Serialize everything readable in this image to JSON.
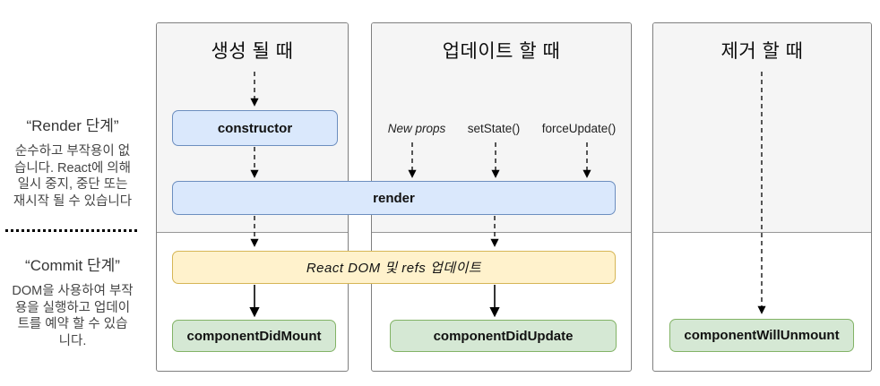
{
  "sidebar": {
    "render_phase": {
      "title": "“Render 단계”",
      "description_lines": [
        "순수하고 부작용이 없",
        "습니다. React에 의해",
        "일시 중지, 중단 또는",
        "재시작 될 수 있습니다"
      ]
    },
    "commit_phase": {
      "title": "“Commit 단계”",
      "description_lines": [
        "DOM을 사용하여 부작",
        "용을 실행하고 업데이",
        "트를 예약 할 수 있습",
        "니다."
      ]
    }
  },
  "columns": [
    {
      "id": "mount",
      "title": "생성 될 때"
    },
    {
      "id": "update",
      "title": "업데이트 할 때"
    },
    {
      "id": "unmount",
      "title": "제거 할 때"
    }
  ],
  "update_triggers": [
    "New props",
    "setState()",
    "forceUpdate()"
  ],
  "nodes": {
    "constructor_label": "constructor",
    "render_label": "render",
    "dom_update_label": "React DOM 및 refs 업데이트",
    "component_did_mount": "componentDidMount",
    "component_did_update": "componentDidUpdate",
    "component_will_unmount": "componentWillUnmount"
  },
  "colors": {
    "lifecycle_blue_fill": "#dae8fc",
    "lifecycle_blue_border": "#6c8ebf",
    "dom_yellow_fill": "#fff2cc",
    "dom_yellow_border": "#d6b656",
    "commit_green_fill": "#d5e8d4",
    "commit_green_border": "#82b366",
    "column_gray_fill": "#f5f5f5",
    "column_border": "#7f7f7f"
  }
}
